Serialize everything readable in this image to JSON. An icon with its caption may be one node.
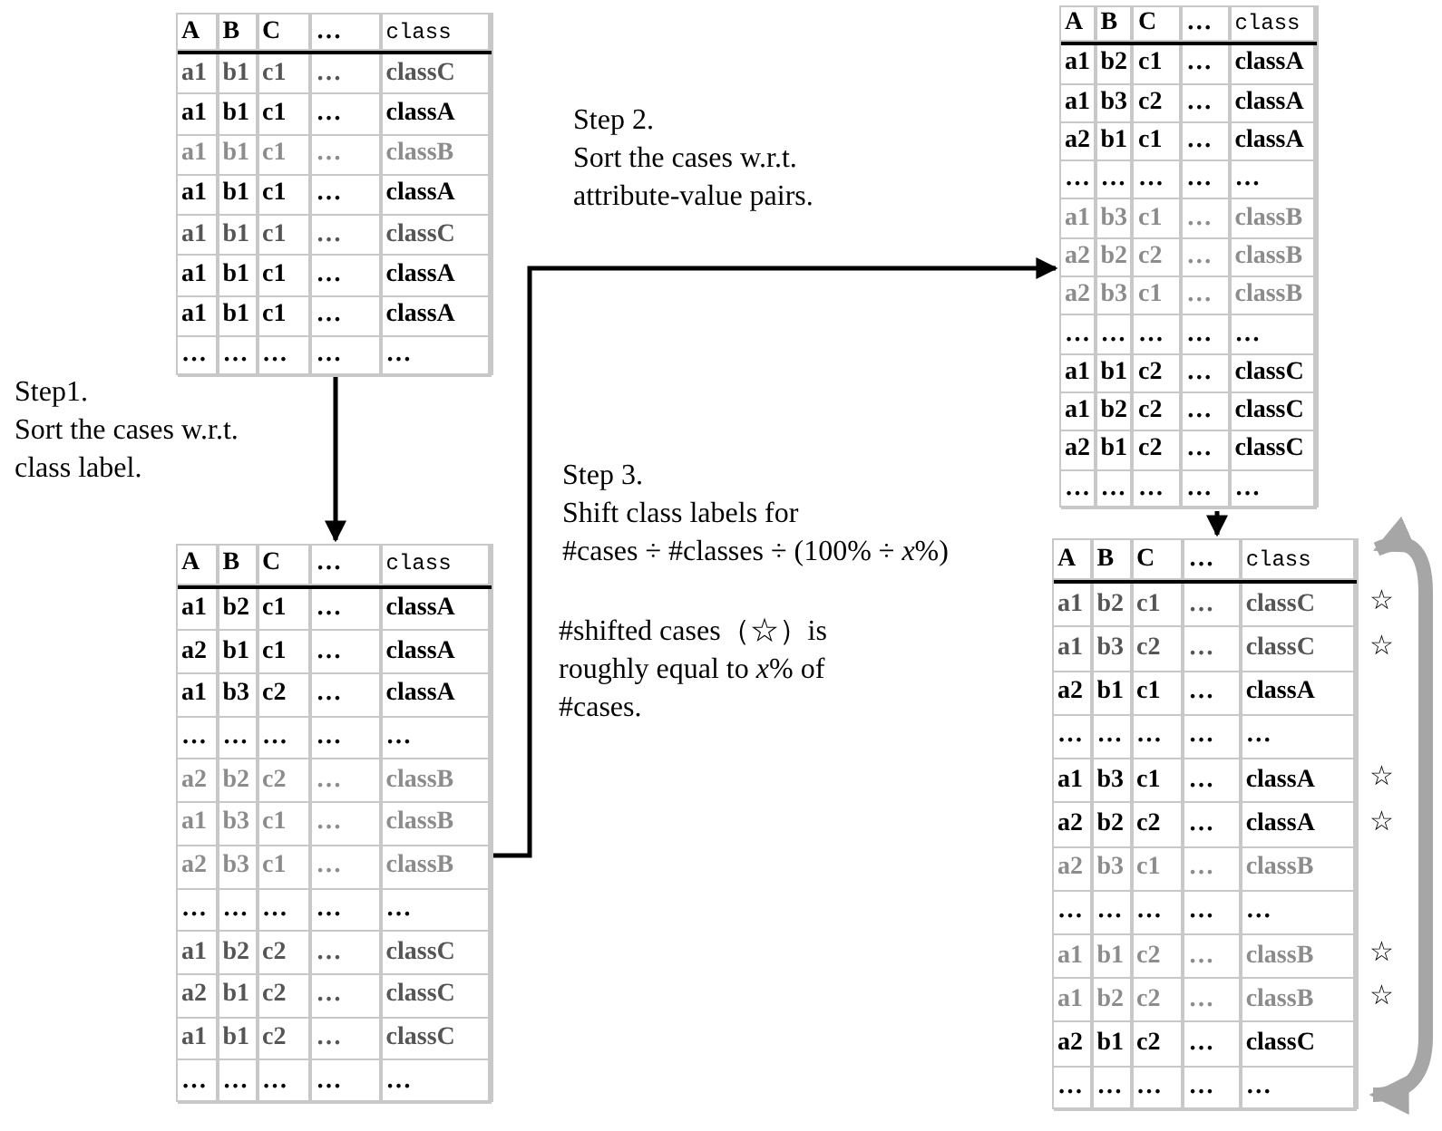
{
  "diagram": {
    "nodes": [
      {
        "text": [
          "A",
          "B",
          "C",
          "…",
          "class",
          "a1",
          "b1",
          "c1",
          "…",
          "classC",
          "a1",
          "b1",
          "c1",
          "…",
          "classA",
          "a1",
          "b1",
          "c1",
          "…",
          "classB",
          "a1",
          "b1",
          "c1",
          "…",
          "classA",
          "a1",
          "b1",
          "c1",
          "…",
          "classC",
          "a1",
          "b1",
          "c1",
          "…",
          "classA",
          "a1",
          "b1",
          "c1",
          "…",
          "classA",
          "…",
          "…",
          "…",
          "…",
          "…"
        ]
      },
      {
        "text": [
          "A",
          "B",
          "C",
          "…",
          "class",
          "a1",
          "b2",
          "c1",
          "…",
          "classA",
          "a2",
          "b1",
          "c1",
          "…",
          "classA",
          "a1",
          "b3",
          "c2",
          "…",
          "classA",
          "…",
          "…",
          "…",
          "…",
          "…",
          "a2",
          "b2",
          "c2",
          "…",
          "classB",
          "a1",
          "b3",
          "c1",
          "…",
          "classB",
          "a2",
          "b3",
          "c1",
          "…",
          "classB",
          "…",
          "…",
          "…",
          "…",
          "…",
          "a1",
          "b2",
          "c2",
          "…",
          "classC",
          "a2",
          "b1",
          "c2",
          "…",
          "classC",
          "a1",
          "b1",
          "c2",
          "…",
          "classC",
          "…",
          "…",
          "…",
          "…",
          "…"
        ]
      },
      {
        "text": [
          "A",
          "B",
          "C",
          "…",
          "class",
          "a1",
          "b2",
          "c1",
          "…",
          "classA",
          "a1",
          "b3",
          "c2",
          "…",
          "classA",
          "a2",
          "b1",
          "c1",
          "…",
          "classA",
          "…",
          "…",
          "…",
          "…",
          "…",
          "a1",
          "b3",
          "c1",
          "…",
          "classB",
          "a2",
          "b2",
          "c2",
          "…",
          "classB",
          "a2",
          "b3",
          "c1",
          "…",
          "classB",
          "…",
          "…",
          "…",
          "…",
          "…",
          "a1",
          "b1",
          "c2",
          "…",
          "classC",
          "a1",
          "b2",
          "c2",
          "…",
          "classC",
          "a2",
          "b1",
          "c2",
          "…",
          "classC",
          "…",
          "…",
          "…",
          "…",
          "…"
        ]
      },
      {
        "text": [
          "A",
          "B",
          "C",
          "…",
          "class",
          "a1",
          "b2",
          "c1",
          "…",
          "classC",
          "a1",
          "b3",
          "c2",
          "…",
          "classC",
          "a2",
          "b1",
          "c1",
          "…",
          "classA",
          "…",
          "…",
          "…",
          "…",
          "…",
          "a1",
          "b3",
          "c1",
          "…",
          "classA",
          "a2",
          "b2",
          "c2",
          "…",
          "classA",
          "a2",
          "b3",
          "c1",
          "…",
          "classB",
          "…",
          "…",
          "…",
          "…",
          "…",
          "a1",
          "b1",
          "c2",
          "…",
          "classB",
          "a1",
          "b2",
          "c2",
          "…",
          "classB",
          "a2",
          "b1",
          "c2",
          "…",
          "classC",
          "…",
          "…",
          "…",
          "…",
          "…"
        ],
        "beside": [
          "☆",
          "☆",
          "☆",
          "☆",
          "☆",
          "☆"
        ]
      }
    ],
    "edges": [
      {
        "from": 0,
        "to": 1,
        "arrow": "to"
      },
      {
        "from": 1,
        "to": 2,
        "arrow": "to"
      },
      {
        "from": 2,
        "to": 3,
        "arrow": "to"
      },
      {
        "from": 3,
        "to": 3,
        "arrow": "both",
        "style": "thick",
        "color": "#a6a6a6"
      }
    ],
    "labels": [
      "Step 2.",
      "Sort the cases w.r.t. attribute-value pairs.",
      "Step1.",
      "Sort the cases w.r.t. class label.",
      "Step 3.",
      "Shift class labels for",
      "#cases ÷ #classes ÷ (100% ÷ *x*%)",
      "#shifted cases（☆）is roughly equal to *x*% of #cases."
    ]
  }
}
